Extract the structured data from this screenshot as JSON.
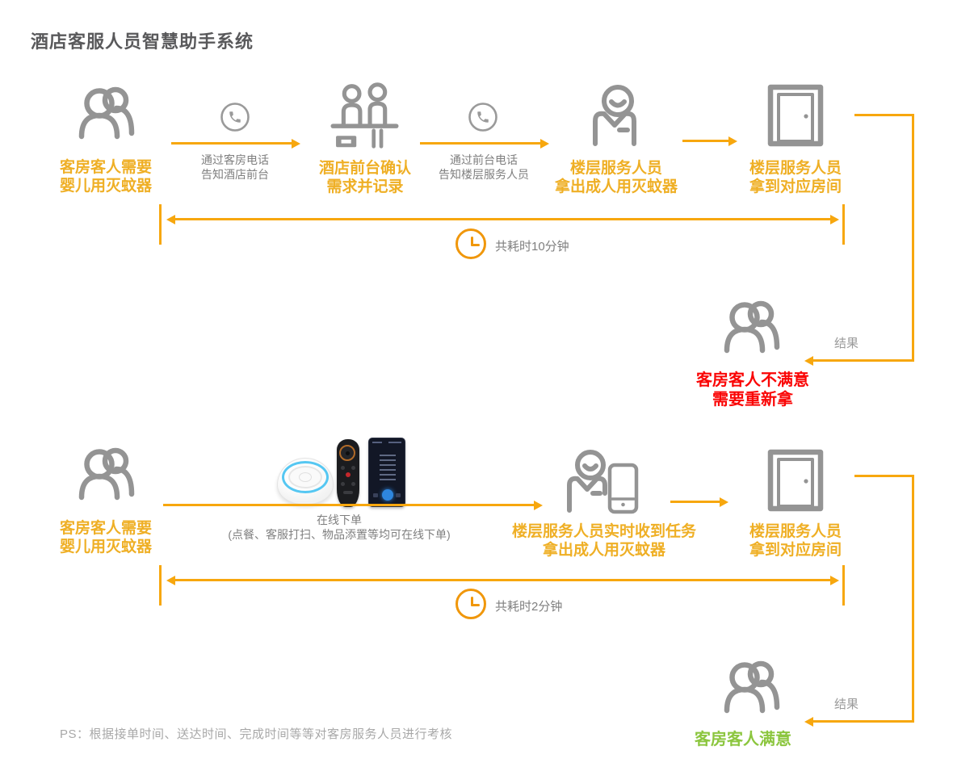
{
  "title": "酒店客服人员智慧助手系统",
  "colors": {
    "accent_line": "#F7A70E",
    "accent_text": "#EFAF25",
    "icon_gray": "#949494",
    "text_gray": "#7F7F7F",
    "result_red": "#FA0505",
    "result_green": "#8CC63F",
    "title_gray": "#59595B"
  },
  "flow_traditional": {
    "steps": [
      {
        "line1": "客房客人需要",
        "line2": "婴儿用灭蚊器"
      },
      {
        "line1": "酒店前台确认",
        "line2": "需求并记录"
      },
      {
        "line1": "楼层服务人员",
        "line2": "拿出成人用灭蚊器"
      },
      {
        "line1": "楼层服务人员",
        "line2": "拿到对应房间"
      }
    ],
    "connectors": [
      {
        "line1": "通过客房电话",
        "line2": "告知酒店前台"
      },
      {
        "line1": "通过前台电话",
        "line2": "告知楼层服务人员"
      }
    ],
    "timer_label": "共耗时10分钟",
    "result_label": "结果",
    "outcome": {
      "line1": "客房客人不满意",
      "line2": "需要重新拿"
    }
  },
  "flow_smart": {
    "steps": [
      {
        "line1": "客房客人需要",
        "line2": "婴儿用灭蚊器"
      },
      {
        "line1": "楼层服务人员实时收到任务",
        "line2": "拿出成人用灭蚊器"
      },
      {
        "line1": "楼层服务人员",
        "line2": "拿到对应房间"
      }
    ],
    "connector": {
      "line1": "在线下单",
      "line2": "(点餐、客服打扫、物品添置等均可在线下单)"
    },
    "timer_label": "共耗时2分钟",
    "result_label": "结果",
    "outcome": "客房客人满意"
  },
  "footnote": "PS：根据接单时间、送达时间、完成时间等等对客房服务人员进行考核"
}
